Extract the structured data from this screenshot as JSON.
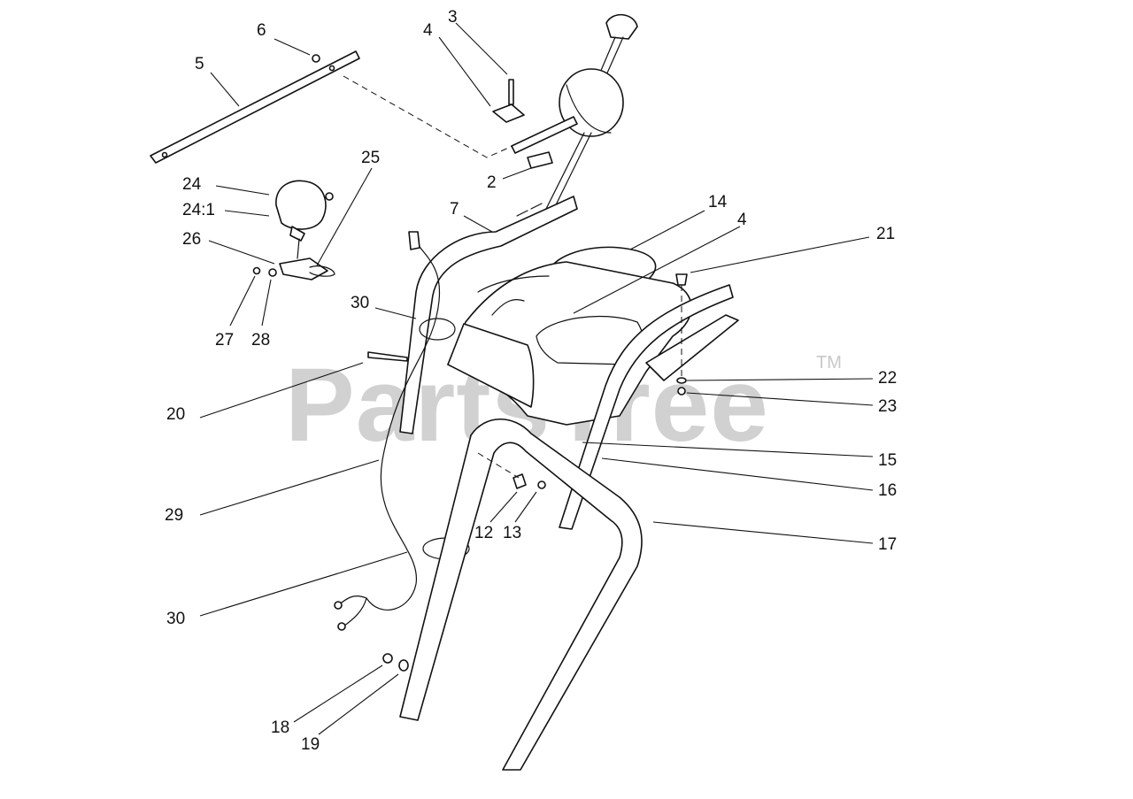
{
  "watermark": {
    "brand": "PartsTree",
    "mark": "TM"
  },
  "callouts": [
    "2",
    "3",
    "4",
    "4",
    "5",
    "6",
    "7",
    "12",
    "13",
    "14",
    "15",
    "16",
    "17",
    "18",
    "19",
    "20",
    "21",
    "22",
    "23",
    "24",
    "24:1",
    "25",
    "26",
    "27",
    "28",
    "29",
    "30",
    "30"
  ]
}
